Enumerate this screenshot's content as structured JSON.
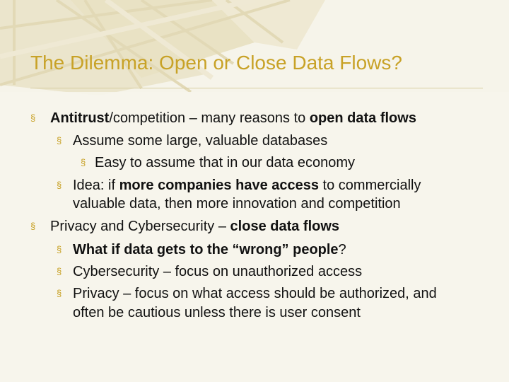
{
  "slide": {
    "title": "The Dilemma: Open or Close Data Flows?",
    "bullet_glyph": "§",
    "accent_color": "#c8a227",
    "bullets": [
      {
        "runs": [
          "Antitrust",
          "/competition – many reasons to ",
          "open data flows"
        ]
      },
      {
        "runs": [
          "Assume some large, valuable databases"
        ]
      },
      {
        "runs": [
          "Easy to assume that in our data economy"
        ]
      },
      {
        "runs": [
          "Idea: if ",
          "more companies have access",
          " to commercially"
        ],
        "continuation": "valuable data, then more innovation and competition"
      },
      {
        "runs": [
          "Privacy and Cybersecurity – ",
          "close data flows"
        ]
      },
      {
        "runs": [
          "What if data gets to the “wrong” people",
          "?"
        ]
      },
      {
        "runs": [
          "Cybersecurity – focus on unauthorized access"
        ]
      },
      {
        "runs": [
          "Privacy – focus on what access should be authorized, and"
        ],
        "continuation": "often be cautious unless there is user consent"
      }
    ]
  }
}
